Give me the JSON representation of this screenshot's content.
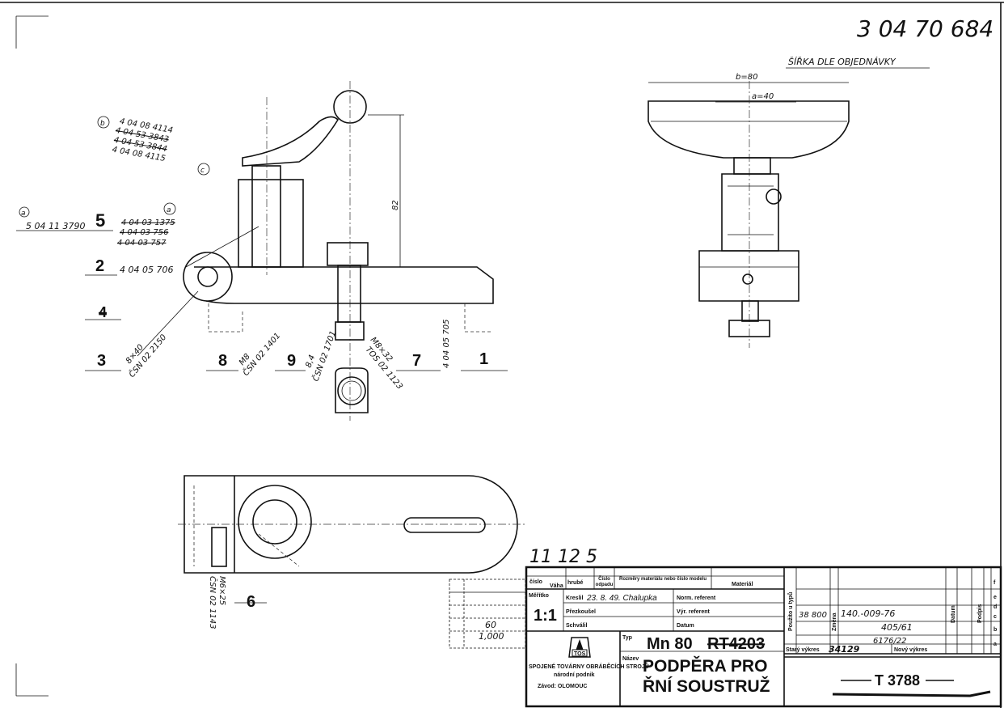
{
  "drawing_number_top": "3 04 70 684",
  "width_note": "ŠÍŘKA DLE OBJEDNÁVKY",
  "dimensions": {
    "b": "b=80",
    "a": "a=40",
    "height": "82"
  },
  "revision_marks": {
    "a": "a",
    "b": "b",
    "c": "c"
  },
  "part_callouts": {
    "b_1": "4 04 08 4114",
    "b_2_struck": "4 04 53 3843",
    "c_1_struck": "4 04 53 3844",
    "c_2": "4 04 08 4115",
    "a_left": "5 04 11 3790",
    "p5_struck_1": "4 04 03 1375",
    "p5_struck_2": "4 04 03 756",
    "p5_struck_3": "4 04 03 757",
    "p2": "4 04 05 706",
    "p3_a": "8×40",
    "p3_b": "ČSN 02 2150",
    "p8_a": "M8",
    "p8_b": "ČSN 02 1401",
    "p9_a": "8,4",
    "p9_b": "ČSN 02 1701",
    "p7_a": "M8×32",
    "p7_b": "TOS 02 1123",
    "p1": "4 04 05 705",
    "p6_a": "M6×25",
    "p6_b": "ČSN 02 1143"
  },
  "position_numbers": [
    "1",
    "2",
    "3",
    "4",
    "5",
    "6",
    "7",
    "8",
    "9"
  ],
  "sheet_note": "11 12 5",
  "left_table": {
    "value_1": "60",
    "value_2": "1,000"
  },
  "title_block": {
    "h_cislo": "číslo",
    "h_vaha": "Váha",
    "h_hrube": "hrubé",
    "h_cislo_odpadu": "Číslo odpadu",
    "h_rozmery": "Rozměry materiálu nebo číslo modelu",
    "h_material": "Materiál",
    "meritko_label": "Měřítko",
    "meritko": "1:1",
    "kreslil_label": "Kreslil",
    "kreslil": "23. 8. 49. Chalupka",
    "prezkousel_label": "Přezkoušel",
    "schvalil_label": "Schválil",
    "norm_ref": "Norm. referent",
    "vyr_ref": "Výr. referent",
    "datum": "Datum",
    "typ_label": "Typ",
    "typ": "Mn 80",
    "typ_struck": "RT4203",
    "nazev_label": "Název",
    "nazev_1": "PODPĚRA PRO",
    "nazev_2": "ŘNÍ SOUSTRUŽ",
    "company_logo": "TOS",
    "company_1": "SPOJENÉ TOVÁRNY OBRÁBĚCÍCH STROJŮ",
    "company_2": "národní podnik",
    "zavod": "Závod: OLOMOUC",
    "pouzito_label": "Použito u typů",
    "pouzito": "38 800",
    "zmena_label": "Změna",
    "zmena_1": "140.-009-76",
    "zmena_2": "405/61",
    "zmena_3": "6176/22",
    "datum_label": "Datum",
    "podpis_label": "Podpis",
    "rev_letters": [
      "f",
      "e",
      "d",
      "c",
      "b",
      "a"
    ],
    "stary_label": "Starý výkres",
    "stary": "34129",
    "novy_label": "Nový výkres",
    "drawing_no": "T 3788"
  }
}
